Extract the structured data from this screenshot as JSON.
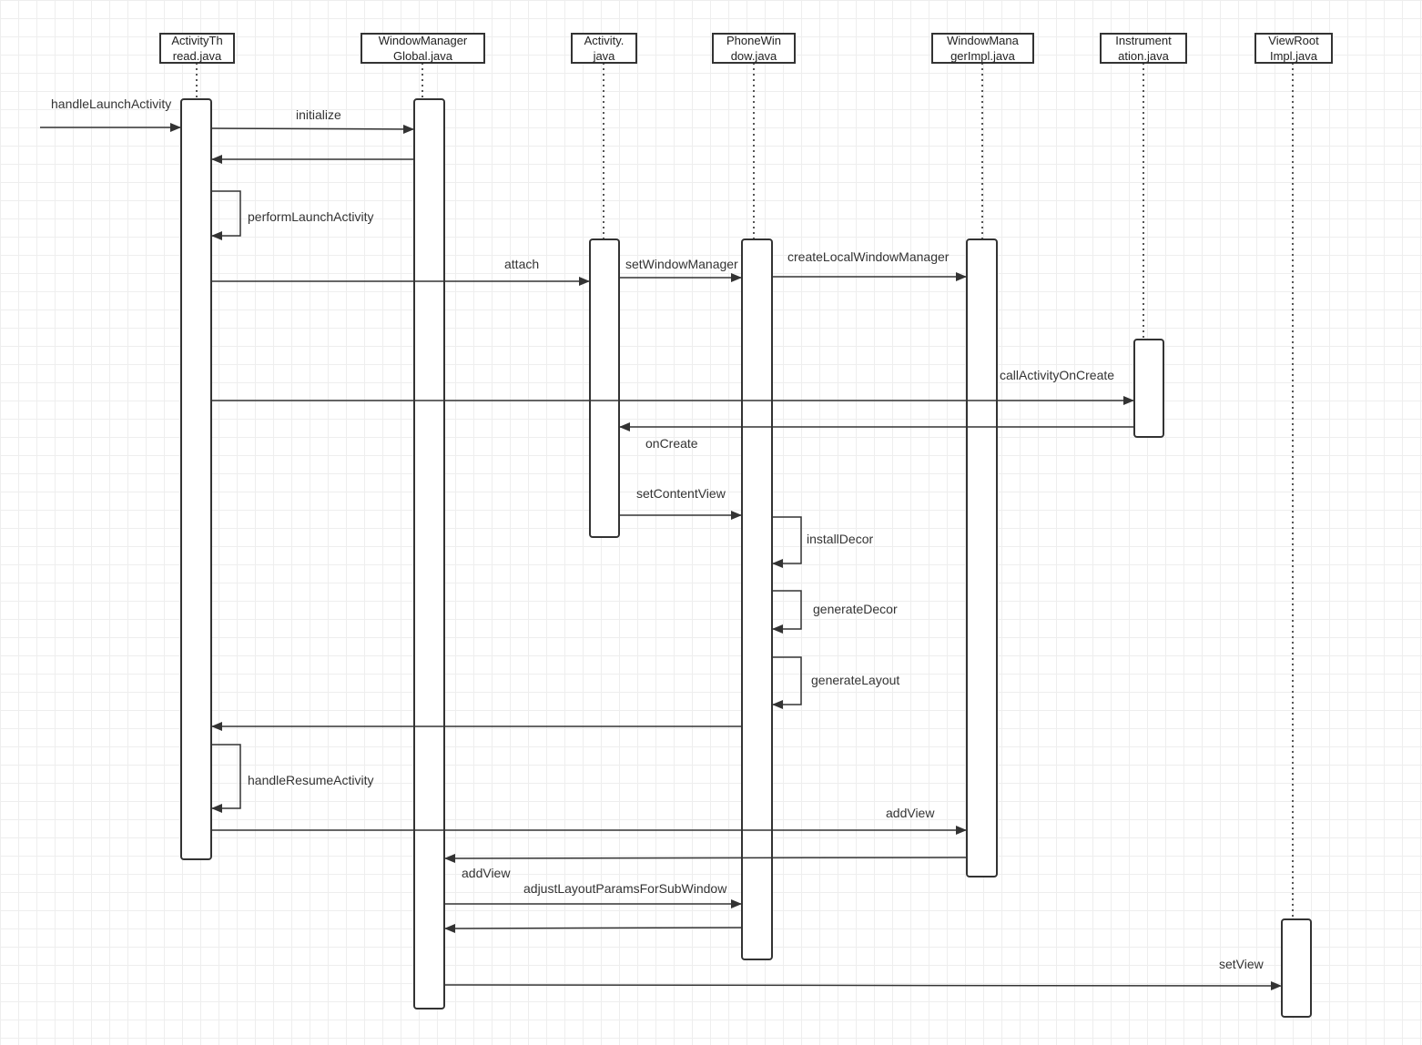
{
  "participants": [
    {
      "id": "activity_thread",
      "line1": "ActivityTh",
      "line2": "read.java"
    },
    {
      "id": "wm_global",
      "line1": "WindowManager",
      "line2": "Global.java"
    },
    {
      "id": "activity",
      "line1": "Activity.",
      "line2": "java"
    },
    {
      "id": "phone_window",
      "line1": "PhoneWin",
      "line2": "dow.java"
    },
    {
      "id": "wm_impl",
      "line1": "WindowMana",
      "line2": "gerImpl.java"
    },
    {
      "id": "instrumentation",
      "line1": "Instrument",
      "line2": "ation.java"
    },
    {
      "id": "view_root",
      "line1": "ViewRoot",
      "line2": "Impl.java"
    }
  ],
  "messages": {
    "handle_launch": "handleLaunchActivity",
    "initialize": "initialize",
    "perform_launch": "performLaunchActivity",
    "attach": "attach",
    "set_window_manager": "setWindowManager",
    "create_local_wm": "createLocalWindowManager",
    "call_on_create": "callActivityOnCreate",
    "on_create": "onCreate",
    "set_content_view": "setContentView",
    "install_decor": "installDecor",
    "generate_decor": "generateDecor",
    "generate_layout": "generateLayout",
    "handle_resume": "handleResumeActivity",
    "add_view_impl": "addView",
    "add_view_global": "addView",
    "adjust_layout": "adjustLayoutParamsForSubWindow",
    "set_view": "setView"
  },
  "colors": {
    "line": "#333333",
    "grid": "#eeeeee",
    "background": "#ffffff"
  }
}
